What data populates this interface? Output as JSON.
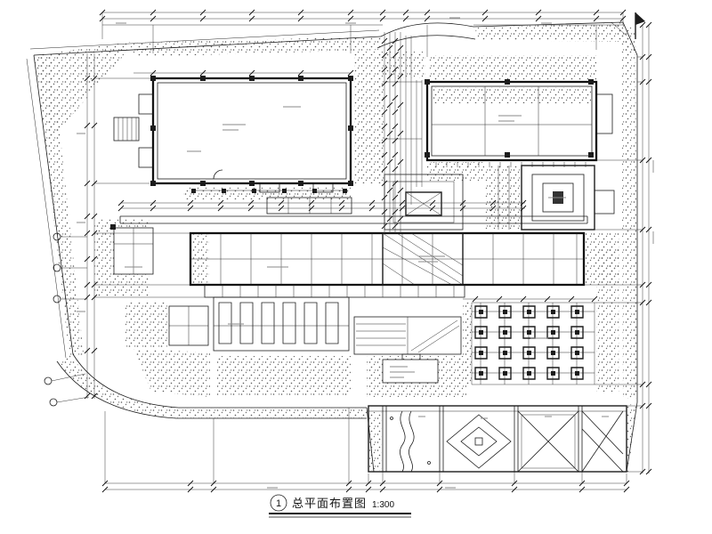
{
  "colors": {
    "paper": "#ffffff",
    "ink": "#1c1c1c",
    "hatch_dot": "#5a5a5a",
    "faint_text": "#8a8a8a"
  },
  "title_block": {
    "sheet_number": "1",
    "title": "总平面布置图",
    "scale": "1:300"
  }
}
